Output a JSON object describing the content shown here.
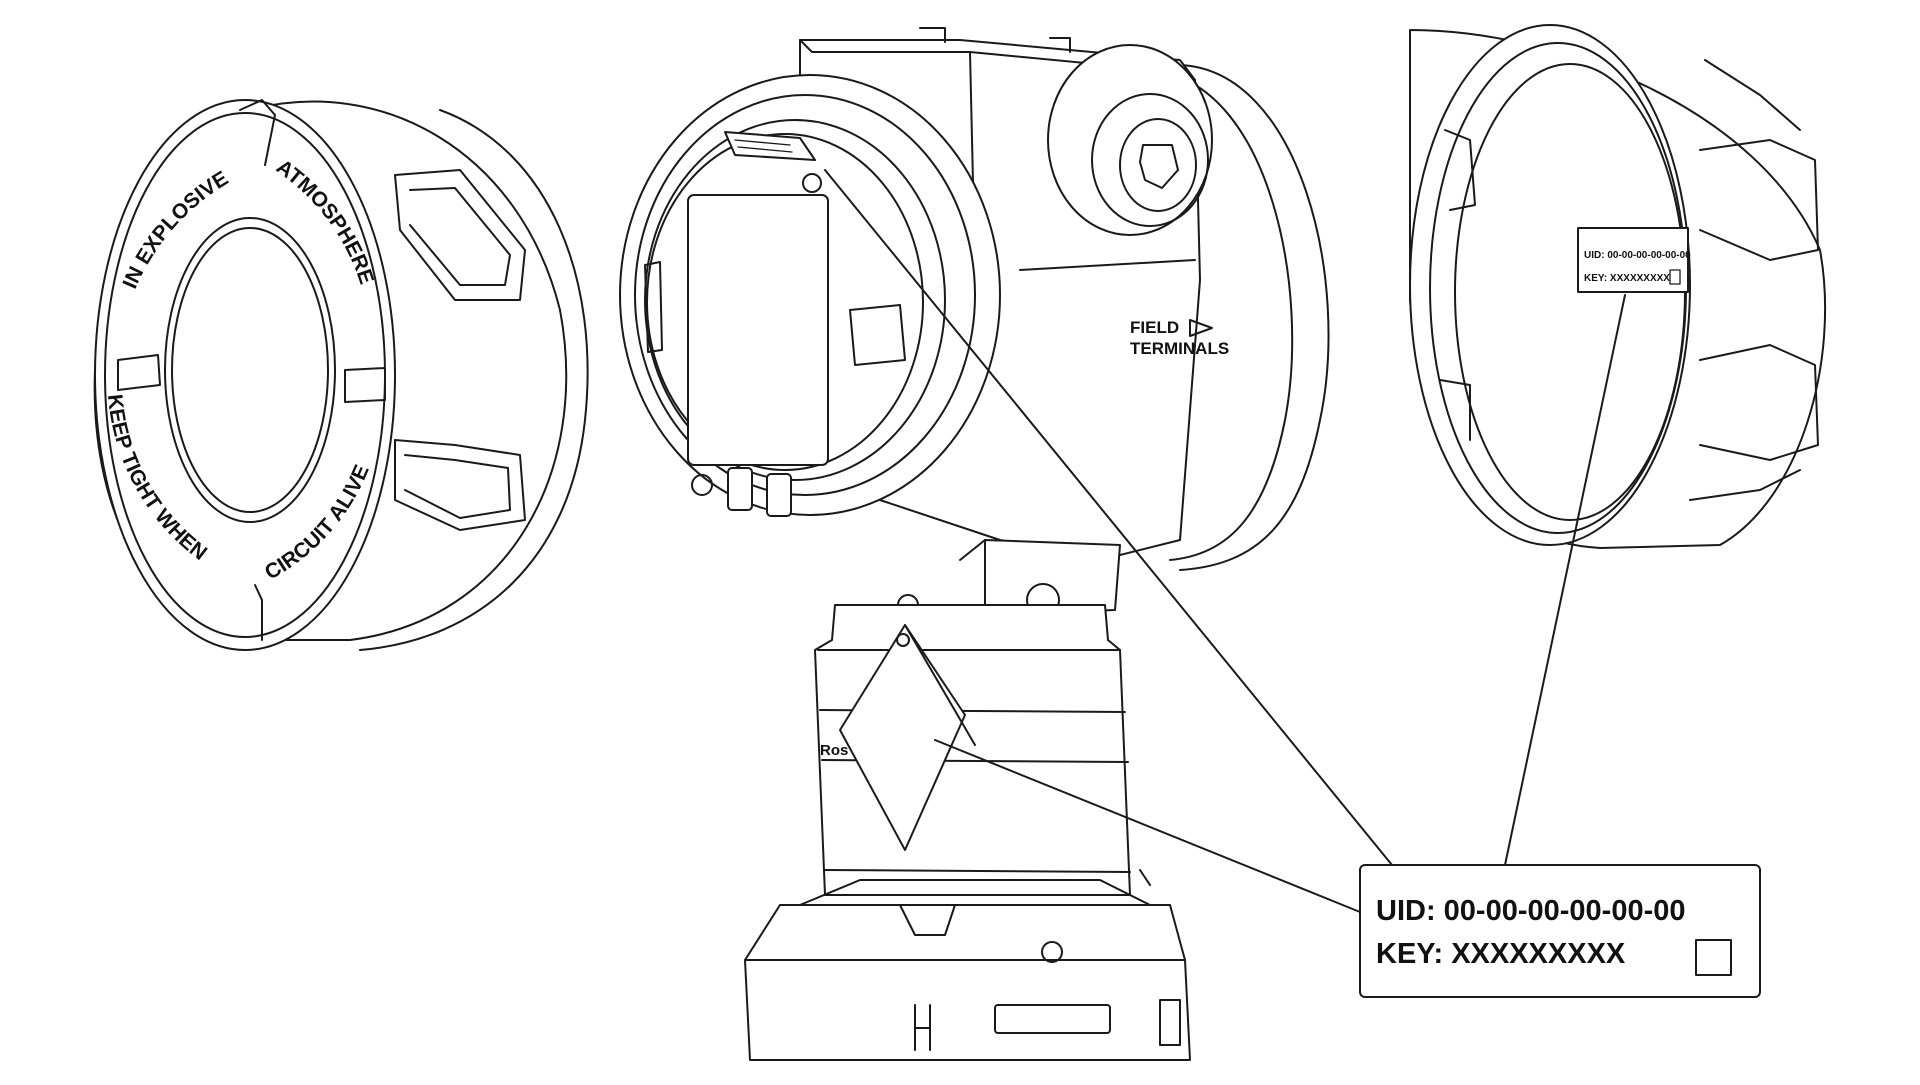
{
  "cap_left": {
    "text_top_left": "IN EXPLOSIVE",
    "text_top_right": "ATMOSPHERE",
    "text_bottom_left": "KEEP TIGHT WHEN",
    "text_bottom_right": "CIRCUIT ALIVE"
  },
  "housing": {
    "field_label_line1": "FIELD",
    "field_label_line2": "TERMINALS",
    "sensor_brand_fragment": "Ros"
  },
  "cap_right_label": {
    "uid": "UID: 00-00-00-00-00-00",
    "key": "KEY: XXXXXXXXX"
  },
  "callout": {
    "uid_line": "UID: 00-00-00-00-00-00",
    "key_line": "KEY: XXXXXXXXX"
  },
  "colors": {
    "line": "#1a1a1a",
    "background": "#ffffff"
  }
}
